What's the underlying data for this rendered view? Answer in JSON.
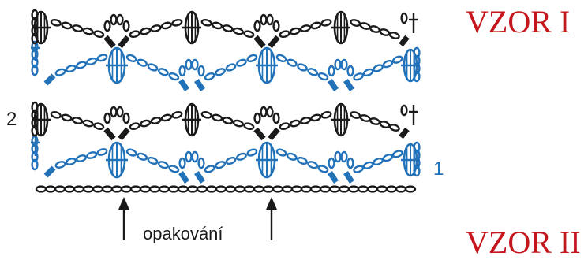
{
  "titles": {
    "pattern_1": "VZOR I",
    "pattern_2": "VZOR II"
  },
  "row_labels": {
    "row_1": "1",
    "row_2": "2"
  },
  "repeat_label": "opakování",
  "colors": {
    "title": "#c4161c",
    "black_rows": "#1a1a1a",
    "blue_rows": "#2272b9",
    "row_1_label": "#2272b9",
    "row_2_label": "#1a1a1a",
    "repeat_label": "#1a1a1a"
  },
  "symbols": [
    "chain-stitch",
    "double-crochet-cluster",
    "dc-bar",
    "edge-stitch",
    "arrow"
  ]
}
